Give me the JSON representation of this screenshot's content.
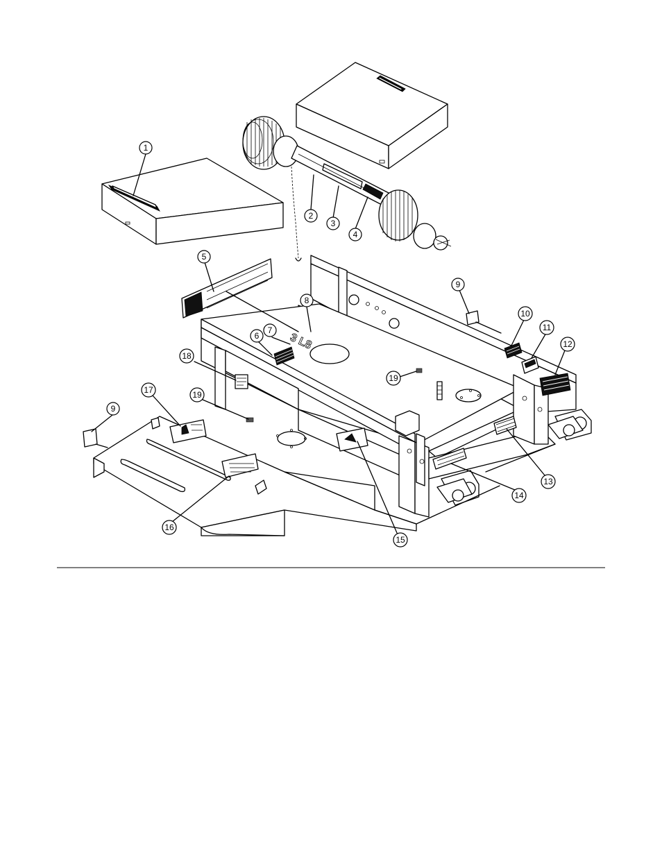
{
  "callouts": [
    {
      "id": "c1",
      "label": "1"
    },
    {
      "id": "c2",
      "label": "2"
    },
    {
      "id": "c3",
      "label": "3"
    },
    {
      "id": "c4",
      "label": "4"
    },
    {
      "id": "c5",
      "label": "5"
    },
    {
      "id": "c6",
      "label": "6"
    },
    {
      "id": "c7",
      "label": "7"
    },
    {
      "id": "c8",
      "label": "8"
    },
    {
      "id": "c9a",
      "label": "9"
    },
    {
      "id": "c9b",
      "label": "9"
    },
    {
      "id": "c10",
      "label": "10"
    },
    {
      "id": "c11",
      "label": "11"
    },
    {
      "id": "c12",
      "label": "12"
    },
    {
      "id": "c13",
      "label": "13"
    },
    {
      "id": "c14",
      "label": "14"
    },
    {
      "id": "c15",
      "label": "15"
    },
    {
      "id": "c16",
      "label": "16"
    },
    {
      "id": "c17",
      "label": "17"
    },
    {
      "id": "c18",
      "label": "18"
    },
    {
      "id": "c19a",
      "label": "19"
    },
    {
      "id": "c19b",
      "label": "19"
    }
  ]
}
